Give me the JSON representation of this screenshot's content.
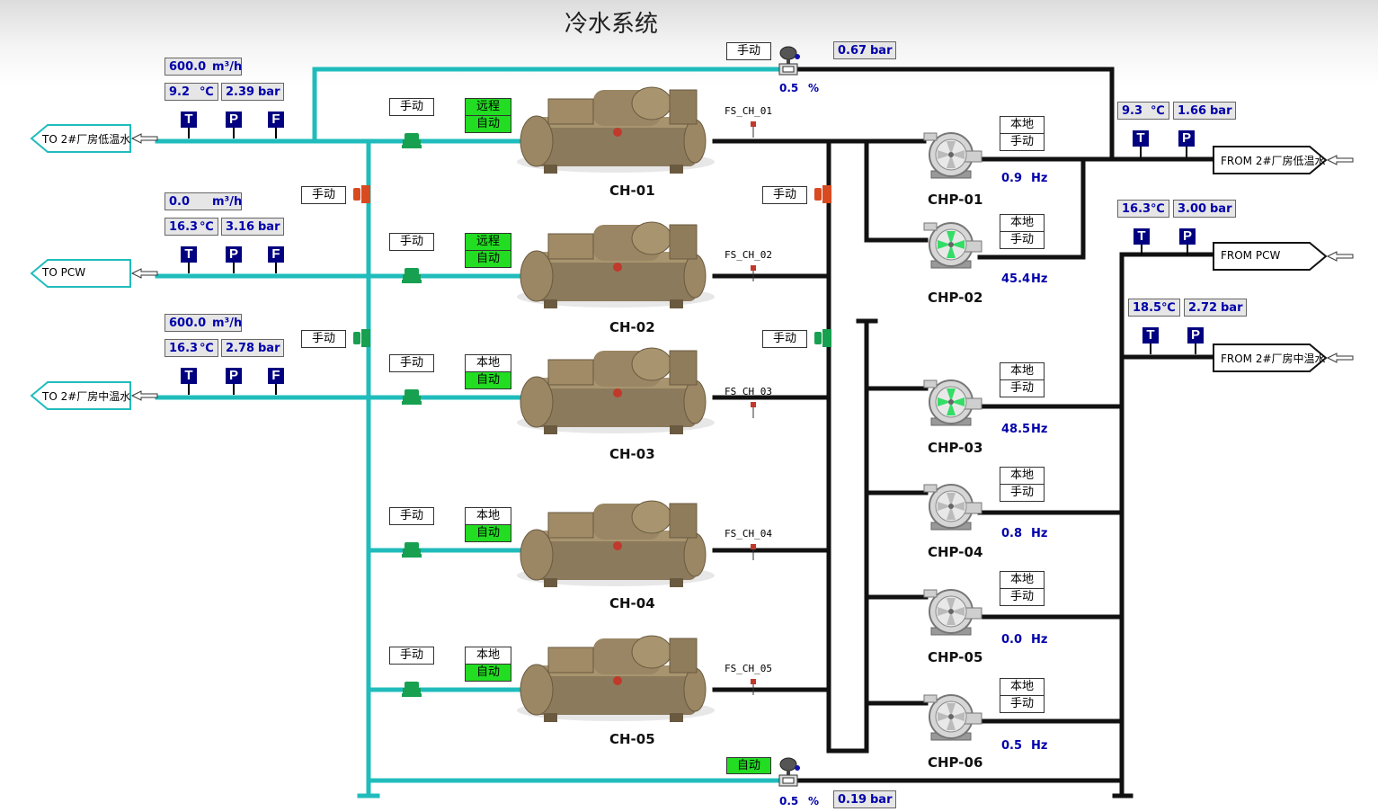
{
  "title": "冷水系统",
  "colors": {
    "supply_pipe": "#20bcbc",
    "return_pipe": "#111111",
    "sensor_bg": "#000080",
    "status_green": "#22dd22",
    "value_text": "#0000aa"
  },
  "top_valve": {
    "mode": "手动",
    "pressure": "0.67",
    "pressure_unit": "bar",
    "opening": "0.5",
    "opening_unit": "%"
  },
  "bottom_valve": {
    "mode": "自动",
    "pressure": "0.19",
    "pressure_unit": "bar",
    "opening": "0.5",
    "opening_unit": "%"
  },
  "outlets": [
    {
      "name": "TO  2#厂房低温水",
      "flow": "600.0",
      "flow_unit": "m³/h",
      "temp": "9.2",
      "temp_unit": "℃",
      "pressure": "2.39",
      "pressure_unit": "bar"
    },
    {
      "name": "TO  PCW",
      "flow": "0.0",
      "flow_unit": "m³/h",
      "temp": "16.3",
      "temp_unit": "℃",
      "pressure": "3.16",
      "pressure_unit": "bar"
    },
    {
      "name": "TO  2#厂房中温水",
      "flow": "600.0",
      "flow_unit": "m³/h",
      "temp": "16.3",
      "temp_unit": "℃",
      "pressure": "2.78",
      "pressure_unit": "bar"
    }
  ],
  "sensor_letters": {
    "t": "T",
    "p": "P",
    "f": "F"
  },
  "inlets": [
    {
      "name": "FROM  2#厂房低温水",
      "temp": "9.3",
      "temp_unit": "℃",
      "pressure": "1.66",
      "pressure_unit": "bar"
    },
    {
      "name": "FROM  PCW",
      "temp": "16.3",
      "temp_unit": "℃",
      "pressure": "3.00",
      "pressure_unit": "bar"
    },
    {
      "name": "FROM  2#厂房中温水",
      "temp": "18.5",
      "temp_unit": "℃",
      "pressure": "2.72",
      "pressure_unit": "bar"
    }
  ],
  "bypass_valves": [
    "手动",
    "手动",
    "手动",
    "手动"
  ],
  "chillers": [
    {
      "name": "CH-01",
      "valve_mode": "手动",
      "control_top": "远程",
      "control_bottom": "自动",
      "flow_switch": "FS_CH_01"
    },
    {
      "name": "CH-02",
      "valve_mode": "手动",
      "control_top": "远程",
      "control_bottom": "自动",
      "flow_switch": "FS_CH_02"
    },
    {
      "name": "CH-03",
      "valve_mode": "手动",
      "control_top": "本地",
      "control_bottom": "自动",
      "flow_switch": "FS_CH_03"
    },
    {
      "name": "CH-04",
      "valve_mode": "手动",
      "control_top": "本地",
      "control_bottom": "自动",
      "flow_switch": "FS_CH_04"
    },
    {
      "name": "CH-05",
      "valve_mode": "手动",
      "control_top": "本地",
      "control_bottom": "自动",
      "flow_switch": "FS_CH_05"
    }
  ],
  "pumps": [
    {
      "name": "CHP-01",
      "mode_top": "本地",
      "mode_bottom": "手动",
      "freq": "0.9",
      "freq_unit": "Hz",
      "running": false
    },
    {
      "name": "CHP-02",
      "mode_top": "本地",
      "mode_bottom": "手动",
      "freq": "45.4",
      "freq_unit": "Hz",
      "running": true
    },
    {
      "name": "CHP-03",
      "mode_top": "本地",
      "mode_bottom": "手动",
      "freq": "48.5",
      "freq_unit": "Hz",
      "running": true
    },
    {
      "name": "CHP-04",
      "mode_top": "本地",
      "mode_bottom": "手动",
      "freq": "0.8",
      "freq_unit": "Hz",
      "running": false
    },
    {
      "name": "CHP-05",
      "mode_top": "本地",
      "mode_bottom": "手动",
      "freq": "0.0",
      "freq_unit": "Hz",
      "running": false
    },
    {
      "name": "CHP-06",
      "mode_top": "本地",
      "mode_bottom": "手动",
      "freq": "0.5",
      "freq_unit": "Hz",
      "running": false
    }
  ]
}
